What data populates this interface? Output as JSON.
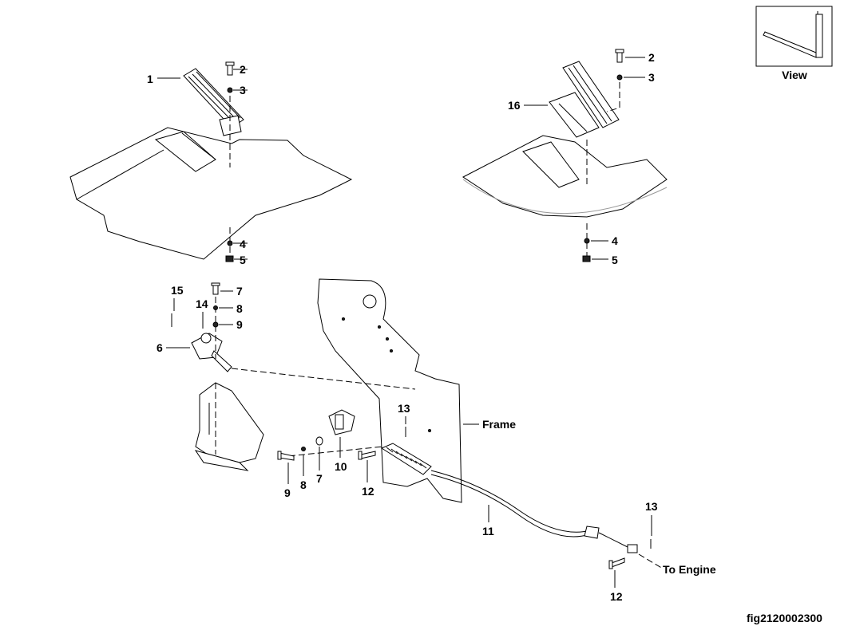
{
  "view_box": {
    "caption": "View"
  },
  "figure_id": "fig2120002300",
  "labels": {
    "frame": "Frame",
    "to_engine": "To Engine"
  },
  "callouts": {
    "l1": "1",
    "l2": "2",
    "l3": "3",
    "l4": "4",
    "l5": "5",
    "r2": "2",
    "r3": "3",
    "r4": "4",
    "r5": "5",
    "r16": "16",
    "c15": "15",
    "c14": "14",
    "c6": "6",
    "c7": "7",
    "c8": "8",
    "c9": "9",
    "b9": "9",
    "b8": "8",
    "b7": "7",
    "b10": "10",
    "b12": "12",
    "b13": "13",
    "cable11": "11",
    "e13": "13",
    "e12": "12"
  }
}
